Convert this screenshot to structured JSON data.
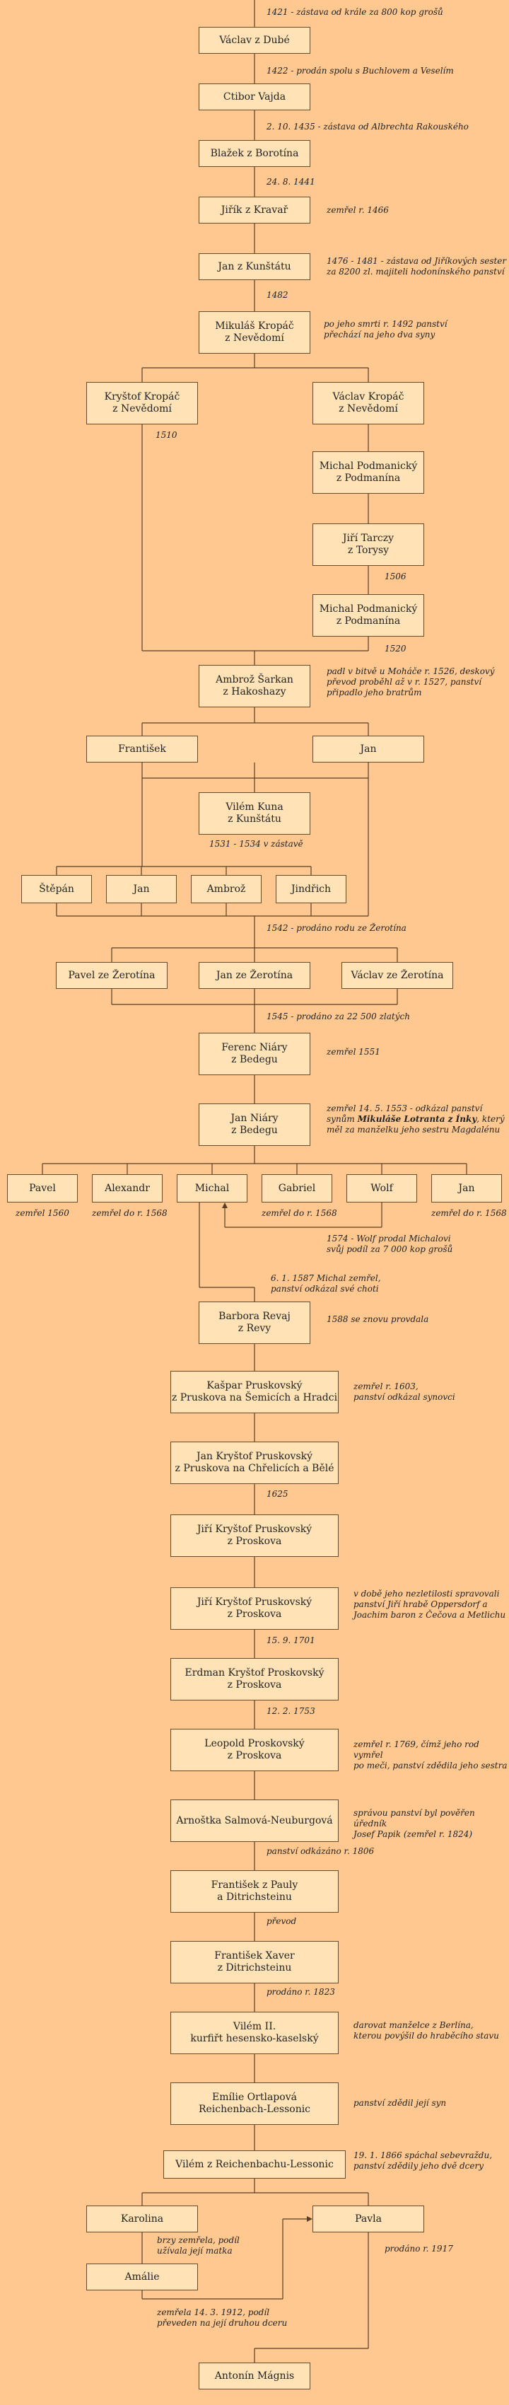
{
  "people": [
    {
      "id": "vaclav_dube",
      "name": "Václav z Dubé"
    },
    {
      "id": "ctibor",
      "name": "Ctibor Vajda"
    },
    {
      "id": "blazek",
      "name": "Blažek z Borotína"
    },
    {
      "id": "jirik",
      "name": "Jiřík z Kravař"
    },
    {
      "id": "jan_kunstat",
      "name": "Jan z Kunštátu"
    },
    {
      "id": "mikulas",
      "name": "Mikuláš Kropáč\nz Nevědomí"
    },
    {
      "id": "krystof",
      "name": "Kryštof Kropáč\nz Nevědomí"
    },
    {
      "id": "vaclav_kropac",
      "name": "Václav Kropáč\nz Nevědomí"
    },
    {
      "id": "michal_podm1",
      "name": "Michal Podmanický\nz Podmanína"
    },
    {
      "id": "jiri_tarczy",
      "name": "Jiří Tarczy\nz Torysy"
    },
    {
      "id": "michal_podm2",
      "name": "Michal Podmanický\nz Podmanína"
    },
    {
      "id": "ambroz_sarkan",
      "name": "Ambrož Šarkan\nz Hakoshazy"
    },
    {
      "id": "frantisek",
      "name": "František"
    },
    {
      "id": "jan_sarkan",
      "name": "Jan"
    },
    {
      "id": "vilem_kuna",
      "name": "Vilém Kuna\nz Kunštátu"
    },
    {
      "id": "stepan",
      "name": "Štěpán"
    },
    {
      "id": "jan_s2",
      "name": "Jan"
    },
    {
      "id": "ambroz2",
      "name": "Ambrož"
    },
    {
      "id": "jindrich",
      "name": "Jindřich"
    },
    {
      "id": "pavel_zer",
      "name": "Pavel ze Žerotína"
    },
    {
      "id": "jan_zer",
      "name": "Jan ze Žerotína"
    },
    {
      "id": "vaclav_zer",
      "name": "Václav ze Žerotína"
    },
    {
      "id": "ferenc",
      "name": "Ferenc Niáry\nz Bedegu"
    },
    {
      "id": "jan_niary",
      "name": "Jan Niáry\nz Bedegu"
    },
    {
      "id": "pavel_n",
      "name": "Pavel"
    },
    {
      "id": "alexandr",
      "name": "Alexandr"
    },
    {
      "id": "michal_n",
      "name": "Michal"
    },
    {
      "id": "gabriel",
      "name": "Gabriel"
    },
    {
      "id": "wolf",
      "name": "Wolf"
    },
    {
      "id": "jan_n",
      "name": "Jan"
    },
    {
      "id": "barbora",
      "name": "Barbora Revaj\nz Revy"
    },
    {
      "id": "kaspar",
      "name": "Kašpar Pruskovský\nz Pruskova na Šemicích a Hradci"
    },
    {
      "id": "jan_krystof",
      "name": "Jan Kryštof Pruskovský\nz Pruskova na Chřelicích a Bělé"
    },
    {
      "id": "jiri_krystof1",
      "name": "Jiří Kryštof Pruskovský\nz Proskova"
    },
    {
      "id": "jiri_krystof2",
      "name": "Jiří Kryštof Pruskovský\nz Proskova"
    },
    {
      "id": "erdman",
      "name": "Erdman Kryštof Proskovský\nz Proskova"
    },
    {
      "id": "leopold",
      "name": "Leopold Proskovský\nz Proskova"
    },
    {
      "id": "arnostka",
      "name": "Arnoštka Salmová-Neuburgová"
    },
    {
      "id": "frantisek_pauly",
      "name": "František z Pauly\na Ditrichsteinu"
    },
    {
      "id": "frantisek_xaver",
      "name": "František Xaver\nz Ditrichsteinu"
    },
    {
      "id": "vilem2",
      "name": "Vilém II.\nkurfiřt hesensko-kaselský"
    },
    {
      "id": "emilie",
      "name": "Emílie Ortlapová\nReichenbach-Lessonic"
    },
    {
      "id": "vilem_reich",
      "name": "Vilém z Reichenbachu-Lessonic"
    },
    {
      "id": "karolina",
      "name": "Karolina"
    },
    {
      "id": "pavla",
      "name": "Pavla"
    },
    {
      "id": "amalie",
      "name": "Amálie"
    },
    {
      "id": "antonin",
      "name": "Antonín Mágnis"
    }
  ],
  "notes": [
    {
      "id": "n1421",
      "text": "1421 - zástava od krále za 800 kop grošů"
    },
    {
      "id": "n1422",
      "text": "1422 - prodán spolu s Buchlovem a Veselím"
    },
    {
      "id": "n1435",
      "text": "2. 10. 1435 - zástava od Albrechta Rakouského"
    },
    {
      "id": "n1441",
      "text": "24. 8. 1441"
    },
    {
      "id": "n1466",
      "text": "zemřel r. 1466"
    },
    {
      "id": "n1476",
      "text": "1476 - 1481 - zástava od Jiříkových sester\nza 8200 zl. majiteli hodonínského panství"
    },
    {
      "id": "n1482",
      "text": "1482"
    },
    {
      "id": "n1492",
      "text": "po jeho smrti r. 1492 panství\npřechází na jeho dva syny"
    },
    {
      "id": "n1510",
      "text": "1510"
    },
    {
      "id": "n1506",
      "text": "1506"
    },
    {
      "id": "n1520",
      "text": "1520"
    },
    {
      "id": "nmohac",
      "text": "padl v bitvě u Moháče r. 1526, deskový\npřevod proběhl až v r. 1527, panství\npřipadlo jeho bratrům"
    },
    {
      "id": "n1531",
      "text": "1531 - 1534 v zástavě"
    },
    {
      "id": "n1542",
      "text": "1542 - prodáno rodu ze Žerotína"
    },
    {
      "id": "n1545",
      "text": "1545 - prodáno za 22 500 zlatých"
    },
    {
      "id": "n1551",
      "text": "zemřel 1551"
    },
    {
      "id": "n1553a",
      "text": "zemřel 14. 5. 1553 - odkázal panství"
    },
    {
      "id": "n1553b1",
      "text": "synům "
    },
    {
      "id": "n1553b2",
      "text": "Mikuláše Lotranta z Ínky"
    },
    {
      "id": "n1553b3",
      "text": ", který"
    },
    {
      "id": "n1553c",
      "text": "měl za manželku jeho sestru Magdalénu"
    },
    {
      "id": "n1560",
      "text": "zemřel 1560"
    },
    {
      "id": "n1568a",
      "text": "zemřel do r. 1568"
    },
    {
      "id": "n1568b",
      "text": "zemřel do r. 1568"
    },
    {
      "id": "n1568c",
      "text": "zemřel do r. 1568"
    },
    {
      "id": "n1574",
      "text": "1574 - Wolf prodal Michalovi\nsvůj podíl za 7 000 kop grošů"
    },
    {
      "id": "n1587",
      "text": "6. 1. 1587 Michal zemřel,\npanství odkázal své choti"
    },
    {
      "id": "n1588",
      "text": "1588 se znovu provdala"
    },
    {
      "id": "n1603",
      "text": "zemřel r. 1603,\npanství odkázal synovci"
    },
    {
      "id": "n1625",
      "text": "1625"
    },
    {
      "id": "nopper",
      "text": "v době jeho nezletilosti spravovali\npanství Jiří hrabě Oppersdorf a\nJoachim baron z Čečova a Metlichu"
    },
    {
      "id": "n1701",
      "text": "15. 9. 1701"
    },
    {
      "id": "n1753",
      "text": "12. 2. 1753"
    },
    {
      "id": "n1769",
      "text": "zemřel r. 1769, čímž jeho rod vymřel\npo meči, panství zdědila jeho sestra"
    },
    {
      "id": "npapik",
      "text": "správou panství byl pověřen úředník\nJosef Papik (zemřel r. 1824)"
    },
    {
      "id": "n1806",
      "text": "panství odkázáno r. 1806"
    },
    {
      "id": "nprevod",
      "text": "převod"
    },
    {
      "id": "n1823",
      "text": "prodáno r. 1823"
    },
    {
      "id": "nberlin",
      "text": "darovat manželce z Berlína,\nkterou povýšil do hraběcího stavu"
    },
    {
      "id": "nsyn",
      "text": "panství zdědil její syn"
    },
    {
      "id": "n1866",
      "text": "19. 1. 1866 spáchal sebevraždu,\npanství zdědily jeho dvě dcery"
    },
    {
      "id": "nbrzy",
      "text": "brzy zemřela, podíl\nužívala její matka"
    },
    {
      "id": "n1917",
      "text": "prodáno r. 1917"
    },
    {
      "id": "n1912",
      "text": "zemřela 14. 3. 1912, podíl\npřeveden na její druhou dceru"
    }
  ],
  "colors": {
    "background": "#ffc890",
    "box": "#ffe3b6",
    "border": "#6b4a2a",
    "line": "#5a3e22"
  }
}
